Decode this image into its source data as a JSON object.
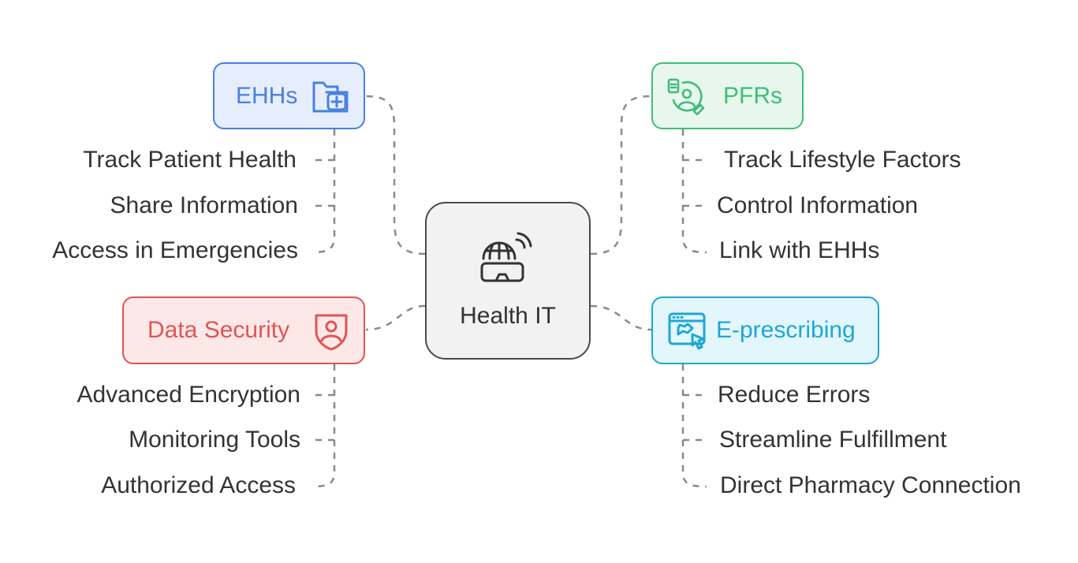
{
  "center": {
    "label": "Health IT",
    "icon": "vr-headset-globe-icon"
  },
  "branches": {
    "ehhs": {
      "label": "EHHs",
      "icon": "medical-folder-icon",
      "color": "#4a80e0",
      "fill": "#e6eefd",
      "items": [
        "Track Patient Health",
        "Share Information",
        "Access in Emergencies"
      ]
    },
    "pfrs": {
      "label": "PFRs",
      "icon": "patient-record-icon",
      "color": "#3fbe78",
      "fill": "#e8f7ee",
      "items": [
        "Track Lifestyle Factors",
        "Control Information",
        "Link with EHHs"
      ]
    },
    "security": {
      "label": "Data Security",
      "icon": "shield-user-icon",
      "color": "#e05555",
      "fill": "#fde8e8",
      "items": [
        "Advanced Encryption",
        "Monitoring Tools",
        "Authorized Access"
      ]
    },
    "eprescribing": {
      "label": "E-prescribing",
      "icon": "browser-click-icon",
      "color": "#1ea7d6",
      "fill": "#e3f6fc",
      "items": [
        "Reduce Errors",
        "Streamline Fulfillment",
        "Direct Pharmacy Connection"
      ]
    }
  }
}
